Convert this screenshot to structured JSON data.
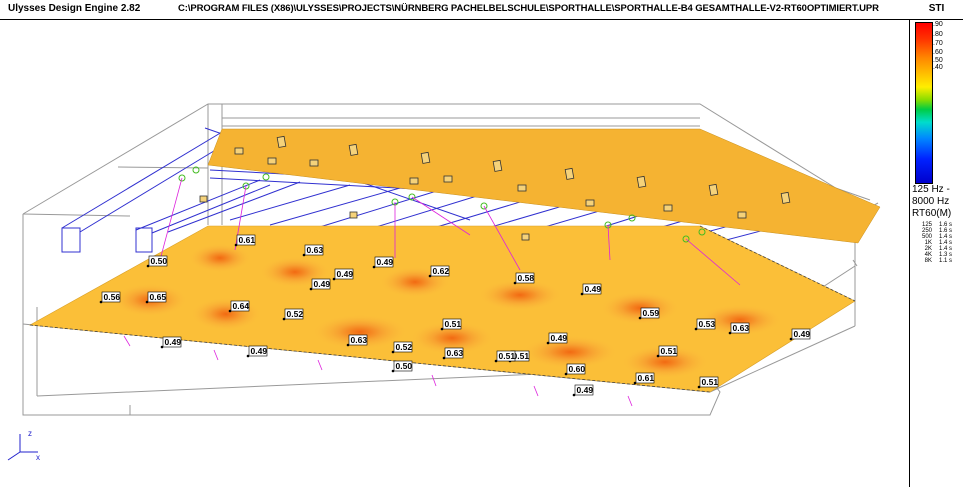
{
  "app_title": "Ulysses Design Engine 2.82",
  "file_path": "C:\\PROGRAM FILES (X86)\\ULYSSES\\PROJECTS\\NÜRNBERG PACHELBELSCHULE\\SPORTHALLE\\SPORTHALLE-B4 GESAMTHALLE-V2-RT60OPTIMIERT.UPR",
  "legend": {
    "title": "STI",
    "ticks": [
      ".90",
      ".80",
      ".70",
      ".60",
      ".50",
      ".40"
    ],
    "freq_low": "125 Hz -",
    "freq_high": "8000 Hz",
    "rt_title": "RT60(M)",
    "rt_rows": [
      {
        "band": "125",
        "value": "1.6 s"
      },
      {
        "band": "250",
        "value": "1.6 s"
      },
      {
        "band": "500",
        "value": "1.4 s"
      },
      {
        "band": "1K",
        "value": "1.4 s"
      },
      {
        "band": "2K",
        "value": "1.4 s"
      },
      {
        "band": "4K",
        "value": "1.3 s"
      },
      {
        "band": "8K",
        "value": "1.1 s"
      }
    ]
  },
  "axis": {
    "z_label": "z",
    "x_label": "x"
  },
  "measurement_points": [
    {
      "label": "0.61"
    },
    {
      "label": "0.63"
    },
    {
      "label": "0.50"
    },
    {
      "label": "0.49"
    },
    {
      "label": "0.49"
    },
    {
      "label": "0.62"
    },
    {
      "label": "0.49"
    },
    {
      "label": "0.58"
    },
    {
      "label": "0.49"
    },
    {
      "label": "0.56"
    },
    {
      "label": "0.65"
    },
    {
      "label": "0.64"
    },
    {
      "label": "0.52"
    },
    {
      "label": "0.51"
    },
    {
      "label": "0.59"
    },
    {
      "label": "0.53"
    },
    {
      "label": "0.63"
    },
    {
      "label": "0.49"
    },
    {
      "label": "0.49"
    },
    {
      "label": "0.49"
    },
    {
      "label": "0.63"
    },
    {
      "label": "0.49"
    },
    {
      "label": "0.51"
    },
    {
      "label": "0.52"
    },
    {
      "label": "0.63"
    },
    {
      "label": "0.51"
    },
    {
      "label": "0.50"
    },
    {
      "label": "0.51"
    },
    {
      "label": "0.60"
    },
    {
      "label": "0.61"
    },
    {
      "label": "0.51"
    },
    {
      "label": "0.49"
    }
  ]
}
